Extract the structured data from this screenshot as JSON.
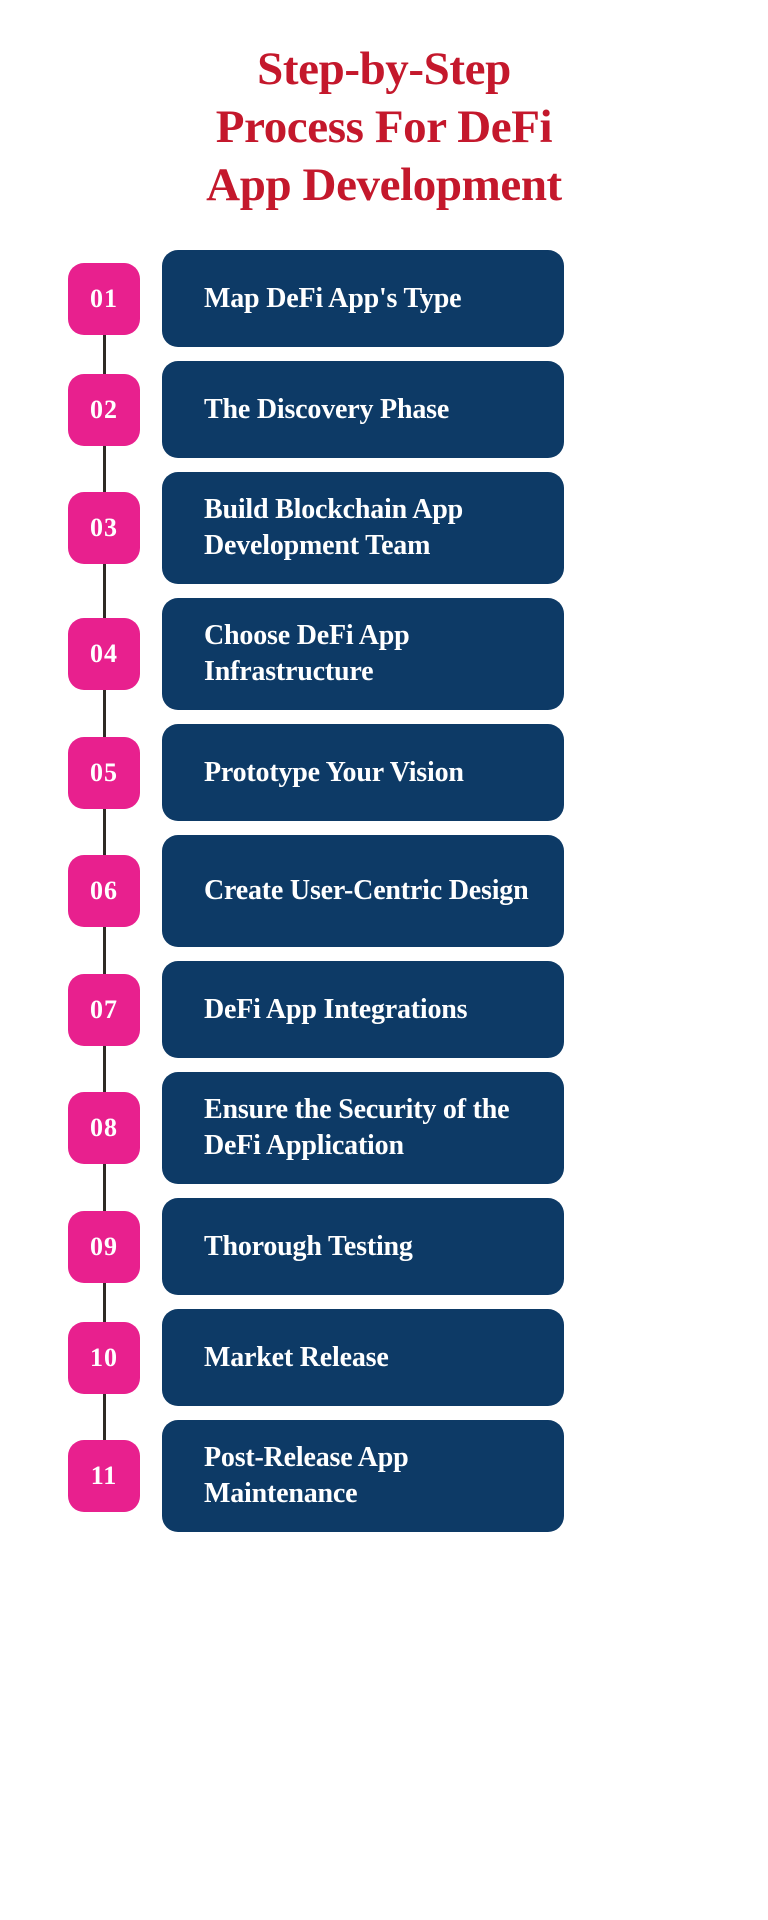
{
  "title": {
    "lines": [
      "Step-by-Step",
      "Process For DeFi",
      "App Development"
    ],
    "full_text": "Step-by-Step Process For DeFi App Development",
    "color": "#C4182C"
  },
  "colors": {
    "background": "#FFFFFF",
    "title_red": "#C4182C",
    "badge_pink": "#E8208E",
    "box_navy": "#0D3A66",
    "connector_line": "#2E2A24",
    "text_white": "#FFFFFF"
  },
  "steps": [
    {
      "number": "01",
      "label": "Map DeFi App's Type",
      "lines": 1
    },
    {
      "number": "02",
      "label": "The Discovery Phase",
      "lines": 1
    },
    {
      "number": "03",
      "label": "Build Blockchain App Development Team",
      "lines": 2
    },
    {
      "number": "04",
      "label": "Choose DeFi App Infrastructure",
      "lines": 2
    },
    {
      "number": "05",
      "label": "Prototype Your Vision",
      "lines": 1
    },
    {
      "number": "06",
      "label": "Create User-Centric Design",
      "lines": 2
    },
    {
      "number": "07",
      "label": "DeFi App Integrations",
      "lines": 1
    },
    {
      "number": "08",
      "label": "Ensure the Security of the DeFi Application",
      "lines": 2
    },
    {
      "number": "09",
      "label": "Thorough Testing",
      "lines": 1
    },
    {
      "number": "10",
      "label": "Market Release",
      "lines": 1
    },
    {
      "number": "11",
      "label": "Post-Release App Maintenance",
      "lines": 2
    }
  ]
}
